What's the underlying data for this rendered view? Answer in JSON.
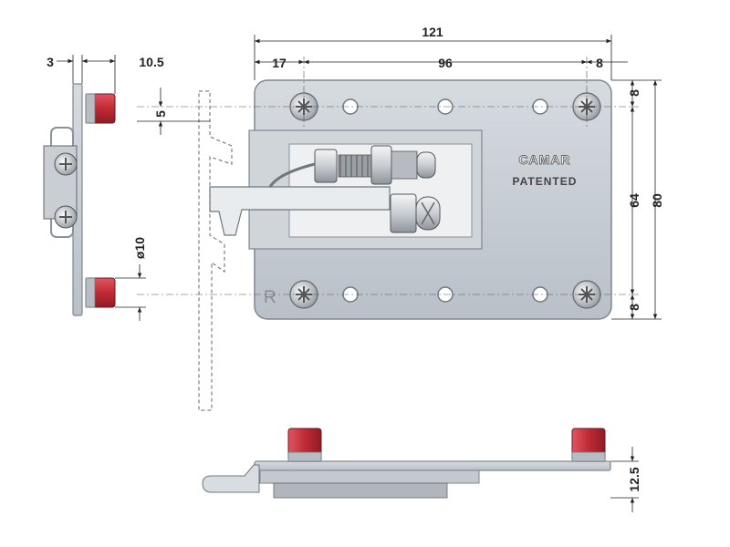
{
  "dimensions": {
    "total_width": "121",
    "edge_offset": "17",
    "hole_spacing": "96",
    "right_offset": "8",
    "hole_offset_top": "8",
    "hole_spacing_vertical": "64",
    "total_height": "80",
    "hole_offset_bottom": "8",
    "side_thickness": "3",
    "thread_length": "10.5",
    "offset_5": "5",
    "bolt_diameter": "ø10",
    "bottom_height": "12.5"
  },
  "labels": {
    "brand": "CAMAR",
    "patented": "PATENTED",
    "r_mark": "R"
  },
  "colors": {
    "plate": "#c6ccd3",
    "plate_edge": "#8c949c",
    "thread": "#c4323c",
    "steel": "#e4e7ea"
  }
}
